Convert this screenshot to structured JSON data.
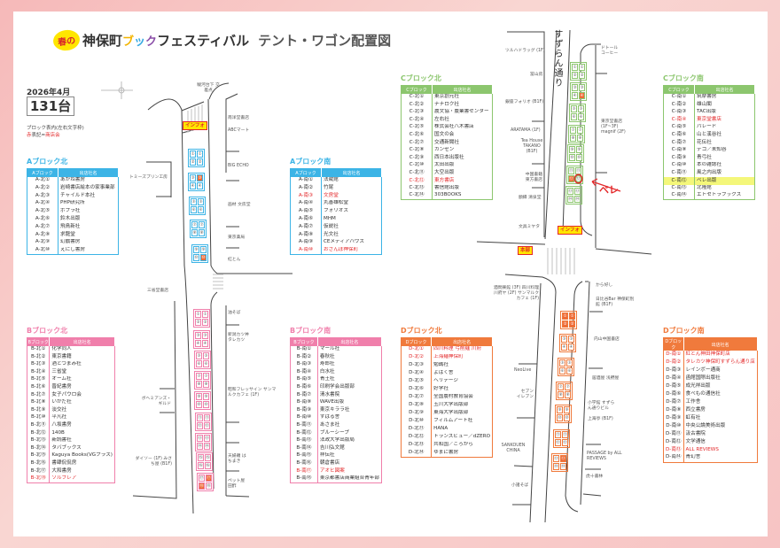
{
  "header": {
    "badge": "春の",
    "name": "神保町",
    "book": [
      "ブ",
      "ッ",
      "ク"
    ],
    "fest": "フェスティバル",
    "subtitle": "テント・ワゴン配置図"
  },
  "date": "2026年4月",
  "count": "131台",
  "note": {
    "line1": "ブロック表内(左右文字枠)",
    "red_char": "赤",
    "line2_mid": "表記=",
    "red_word": "商店会"
  },
  "colors": {
    "a": "#3cb4e6",
    "b": "#f07fab",
    "c": "#8cc66e",
    "d": "#f07a3c",
    "red": "#e3282a"
  },
  "blocks": {
    "a_north": {
      "title": "Aブロック北",
      "col1": "Aブロック",
      "col2": "出店社名",
      "rows": [
        {
          "id": "A-北①",
          "name": "あかね書房"
        },
        {
          "id": "A-北②",
          "name": "岩崎書店絵本の家事業部"
        },
        {
          "id": "A-北③",
          "name": "チャイルド本社"
        },
        {
          "id": "A-北④",
          "name": "PHP研究所"
        },
        {
          "id": "A-北⑤",
          "name": "ポプラ社"
        },
        {
          "id": "A-北⑥",
          "name": "鈴木出版"
        },
        {
          "id": "A-北⑦",
          "name": "飛鳥新社"
        },
        {
          "id": "A-北⑧",
          "name": "求龍堂"
        },
        {
          "id": "A-北⑨",
          "name": "幻戯書房"
        },
        {
          "id": "A-北⑩",
          "name": "えにし書房"
        }
      ]
    },
    "a_south": {
      "title": "Aブロック南",
      "col1": "Aブロック",
      "col2": "出店社名",
      "rows": [
        {
          "id": "A-南①",
          "name": "法蔵館"
        },
        {
          "id": "A-南②",
          "name": "竹尾"
        },
        {
          "id": "A-南③",
          "name": "文房堂",
          "red": true
        },
        {
          "id": "A-南④",
          "name": "丸善雄松堂"
        },
        {
          "id": "A-南⑤",
          "name": "フォリオス"
        },
        {
          "id": "A-南⑥",
          "name": "MHM"
        },
        {
          "id": "A-南⑦",
          "name": "仮説社"
        },
        {
          "id": "A-南⑧",
          "name": "光文社"
        },
        {
          "id": "A-南⑨",
          "name": "CEメディアハウス"
        },
        {
          "id": "A-南⑩",
          "name": "おさんぽ神保町",
          "red": true
        }
      ]
    },
    "b_north": {
      "title": "Bブロック北",
      "col1": "Bブロック",
      "col2": "出店社名",
      "rows": [
        {
          "id": "B-北①",
          "name": "化学同人"
        },
        {
          "id": "B-北②",
          "name": "東京書籍"
        },
        {
          "id": "B-北③",
          "name": "酒とつまみ社"
        },
        {
          "id": "B-北④",
          "name": "三省堂"
        },
        {
          "id": "B-北⑤",
          "name": "オーム社"
        },
        {
          "id": "B-北⑥",
          "name": "晋紀書房"
        },
        {
          "id": "B-北⑦",
          "name": "女子パウロ会"
        },
        {
          "id": "B-北⑧",
          "name": "いかだ社"
        },
        {
          "id": "B-北⑨",
          "name": "淡交社"
        },
        {
          "id": "B-北⑩",
          "name": "平凡社"
        },
        {
          "id": "B-北⑪",
          "name": "八坂書房"
        },
        {
          "id": "B-北⑫",
          "name": "140B"
        },
        {
          "id": "B-北⑬",
          "name": "新読書社"
        },
        {
          "id": "B-北⑭",
          "name": "タバブックス"
        },
        {
          "id": "B-北⑮",
          "name": "Kaguya Books(VGプラス)"
        },
        {
          "id": "B-北⑯",
          "name": "書肆侃侃房"
        },
        {
          "id": "B-北⑰",
          "name": "大和書房"
        },
        {
          "id": "B-北⑱",
          "name": "ソルフレア",
          "red": true
        }
      ]
    },
    "b_south": {
      "title": "Bブロック南",
      "col1": "Bブロック",
      "col2": "出店社名",
      "rows": [
        {
          "id": "B-南①",
          "name": "マール社"
        },
        {
          "id": "B-南②",
          "name": "春秋社"
        },
        {
          "id": "B-南③",
          "name": "寿郎社"
        },
        {
          "id": "B-南④",
          "name": "白水社"
        },
        {
          "id": "B-南⑤",
          "name": "青土社"
        },
        {
          "id": "B-南⑥",
          "name": "印刷学会出版部"
        },
        {
          "id": "B-南⑦",
          "name": "清水書院"
        },
        {
          "id": "B-南⑧",
          "name": "WAVE出版"
        },
        {
          "id": "B-南⑨",
          "name": "東京キララ社"
        },
        {
          "id": "B-南⑩",
          "name": "すばる舎"
        },
        {
          "id": "B-南⑪",
          "name": "あさま社"
        },
        {
          "id": "B-南⑫",
          "name": "ブルーシープ"
        },
        {
          "id": "B-南⑬",
          "name": "法政大学出版局"
        },
        {
          "id": "B-南⑭",
          "name": "吉川弘文館"
        },
        {
          "id": "B-南⑮",
          "name": "祥伝社"
        },
        {
          "id": "B-南⑯",
          "name": "朝倉書店"
        },
        {
          "id": "B-南⑰",
          "name": "アオヒ図案",
          "red": true
        },
        {
          "id": "B-南⑱",
          "name": "東京都書店商業組合青年部"
        }
      ]
    },
    "c_north": {
      "title": "Cブロック北",
      "col1": "Cブロック",
      "col2": "出店社名",
      "rows": [
        {
          "id": "C-北①",
          "name": "東京創元社"
        },
        {
          "id": "C-北②",
          "name": "ナナロク社"
        },
        {
          "id": "C-北③",
          "name": "農文協・農業書センター"
        },
        {
          "id": "C-北④",
          "name": "左右社"
        },
        {
          "id": "C-北⑤",
          "name": "株式会社八木書店"
        },
        {
          "id": "C-北⑥",
          "name": "国文の会"
        },
        {
          "id": "C-北⑦",
          "name": "交通新聞社"
        },
        {
          "id": "C-北⑧",
          "name": "カンゼン"
        },
        {
          "id": "C-北⑨",
          "name": "西日本出版社"
        },
        {
          "id": "C-北⑩",
          "name": "太田出版"
        },
        {
          "id": "C-北⑪",
          "name": "大空出版"
        },
        {
          "id": "C-北⑫",
          "name": "東方書店",
          "red": true
        },
        {
          "id": "C-北⑬",
          "name": "書信館出版"
        },
        {
          "id": "C-北⑭",
          "name": "303BOOKS"
        }
      ]
    },
    "c_south": {
      "title": "Cブロック南",
      "col1": "Cブロック",
      "col2": "出店社名",
      "rows": [
        {
          "id": "C-南①",
          "name": "筑摩書房"
        },
        {
          "id": "C-南②",
          "name": "雄山閣"
        },
        {
          "id": "C-南③",
          "name": "TAC出版"
        },
        {
          "id": "C-南④",
          "name": "東京堂書店",
          "red": true
        },
        {
          "id": "C-南⑤",
          "name": "パレード"
        },
        {
          "id": "C-南⑥",
          "name": "山と溪谷社"
        },
        {
          "id": "C-南⑦",
          "name": "花伝社"
        },
        {
          "id": "C-南⑧",
          "name": "デコ／未知谷"
        },
        {
          "id": "C-南⑨",
          "name": "青弓社"
        },
        {
          "id": "C-南⑩",
          "name": "本の雑誌社"
        },
        {
          "id": "C-南⑪",
          "name": "風之内出版"
        },
        {
          "id": "C-南⑫",
          "name": "ベレ出版",
          "highlight": true
        },
        {
          "id": "C-南⑬",
          "name": "北隆館"
        },
        {
          "id": "C-南⑭",
          "name": "エトセトラブックス"
        }
      ]
    },
    "d_north": {
      "title": "Dブロック北",
      "col1": "Dブロック",
      "col2": "出店社名",
      "rows": [
        {
          "id": "D-北①",
          "name": "四川料理 弓削麺 川府",
          "red": true
        },
        {
          "id": "D-北②",
          "name": "上海麺神保町",
          "red": true
        },
        {
          "id": "D-北③",
          "name": "勉誠社"
        },
        {
          "id": "D-北④",
          "name": "よはく舎"
        },
        {
          "id": "D-北⑤",
          "name": "ヘリテージ"
        },
        {
          "id": "D-北⑥",
          "name": "好学社"
        },
        {
          "id": "D-北⑦",
          "name": "全国農村教育協会"
        },
        {
          "id": "D-北⑧",
          "name": "玉川大学出版部"
        },
        {
          "id": "D-北⑨",
          "name": "東海大学出版部"
        },
        {
          "id": "D-北⑩",
          "name": "フィルムアート社"
        },
        {
          "id": "D-北⑪",
          "name": "HANA"
        },
        {
          "id": "D-北⑫",
          "name": "トランスビュー／dZERO"
        },
        {
          "id": "D-北⑬",
          "name": "共和国／ころから"
        },
        {
          "id": "D-北⑭",
          "name": "ゆまに書房"
        }
      ]
    },
    "d_south": {
      "title": "Dブロック南",
      "col1": "Dブロック",
      "col2": "出店社名",
      "rows": [
        {
          "id": "D-南①",
          "name": "紅とん神田神保町店",
          "red": true
        },
        {
          "id": "D-南②",
          "name": "タレカツ神保町すずらん通り店",
          "red": true
        },
        {
          "id": "D-南③",
          "name": "レインボー通商"
        },
        {
          "id": "D-南④",
          "name": "函館国際出版社"
        },
        {
          "id": "D-南⑤",
          "name": "成光祥出版"
        },
        {
          "id": "D-南⑥",
          "name": "食べもの通信社"
        },
        {
          "id": "D-南⑦",
          "name": "工作舎"
        },
        {
          "id": "D-南⑧",
          "name": "西立書房"
        },
        {
          "id": "D-南⑨",
          "name": "虹有社"
        },
        {
          "id": "D-南⑩",
          "name": "中央公論美術出版"
        },
        {
          "id": "D-南⑪",
          "name": "汲古書院"
        },
        {
          "id": "D-南⑫",
          "name": "文学通信"
        },
        {
          "id": "D-南⑬",
          "name": "ALL REVIEWS",
          "red": true
        },
        {
          "id": "D-南⑭",
          "name": "青幻舎"
        }
      ]
    }
  },
  "map": {
    "street_name": "すずらん通り",
    "info": "インフォ",
    "hq": "本部",
    "annotation": "ベレ",
    "labels": {
      "surugadai": "駿河台下 交差点",
      "nanyodo": "南洋堂書店",
      "abc": "ABCマート",
      "bigecho": "BIG ECHO",
      "bunpodo": "画材 文房堂",
      "tokyoyakkyoku": "東京薬局",
      "beniton": "紅とん",
      "tommys": "トミーズプリン工房",
      "sanseido": "三省堂書店",
      "aburasoba": "油そば",
      "tarekatsu": "新潟カツ丼 タレカツ",
      "sanmarc1": "昭和フレッサイン サンマルクカフェ (1F)",
      "bohemians": "ボヘミアンズ・ギルド",
      "daiso": "ダイソー (1F) みさち屋 (B1F)",
      "hachimaki": "天婦羅 はちまき",
      "tasu": "ペット屋 田酢",
      "tsuruha": "ツルハドラッグ (1F)",
      "fuzambo": "冨山房",
      "folio": "銀座フォリオ (B1F)",
      "aratama": "ARATAMA (1F)",
      "takano": "Tea House TAKANO (B1F)",
      "toho": "中国書籍 東方書店",
      "seisendo": "額縁 清泉堂",
      "miyata": "文具ミヤタ",
      "doutor": "ドトール コーヒー",
      "tokyodo": "東京堂書店 (1F~3F) magnif (2F)",
      "sanmarc2": "酒問楽館 (3F) 四川料理 川府ヤ (2F) サンマルクカフェ (1F)",
      "karayoshi": "から好し",
      "hibiya": "日比谷Bar 神保町別館 (B1F)",
      "uchiyama": "内山中国書店",
      "neolive": "NeoLive",
      "asanoya": "居酒屋 浅野屋",
      "seven": "セブン イレブン",
      "shogakukan": "小学館 すずらん通りビル",
      "shanhaitei": "上海亭 (B1F)",
      "sankouen": "SANKOUEN CHINA",
      "passage": "PASSAGE by ALL REVIEWS",
      "torajyu": "虎十書林",
      "komoro": "小諸そば"
    },
    "booths": {
      "a": [
        [
          "①",
          "①",
          "②",
          "②"
        ],
        [
          "③",
          "③",
          "④",
          "④"
        ],
        [
          "⑤",
          "⑤",
          "⑥",
          "⑥"
        ],
        [
          "⑦",
          "⑦",
          "⑧",
          "⑧"
        ],
        [
          "⑨",
          "⑨",
          "⑩",
          "⑩"
        ]
      ],
      "b": [
        [
          "①",
          "①",
          "②",
          "②"
        ],
        [
          "③",
          "③",
          "④",
          "④"
        ],
        [
          "⑤",
          "⑤",
          "⑥",
          "⑥"
        ],
        [
          "⑦",
          "⑦",
          "⑧",
          "⑧"
        ],
        [
          "⑨",
          "⑨",
          "⑩",
          "⑩"
        ],
        [
          "⑪",
          "⑪",
          "⑫",
          "⑫"
        ],
        [
          "⑬",
          "⑬",
          "⑭",
          "⑭"
        ],
        [
          "⑮",
          "⑮",
          "⑯",
          "⑯"
        ],
        [
          "⑰",
          "⑰",
          "⑱",
          "⑱"
        ]
      ],
      "c": [
        [
          "①",
          "①",
          "②",
          "②"
        ],
        [
          "③",
          "③",
          "④",
          "④"
        ],
        [
          "⑤",
          "⑤",
          "⑥",
          "⑥"
        ],
        [
          "⑦",
          "⑦",
          "⑧",
          "⑧"
        ],
        [
          "⑨",
          "⑨",
          "⑩",
          "⑩"
        ],
        [
          "⑪",
          "⑪",
          "⑫",
          "⑫"
        ],
        [
          "⑬",
          "⑬",
          "⑭",
          "⑭"
        ]
      ],
      "d": [
        [
          "①",
          "①",
          "②",
          "②"
        ],
        [
          "③",
          "③",
          "④",
          "④"
        ],
        [
          "⑤",
          "⑤",
          "⑥",
          "⑥"
        ],
        [
          "⑦",
          "⑦",
          "⑧",
          "⑧"
        ],
        [
          "⑨",
          "⑨",
          "⑩",
          "⑩"
        ],
        [
          "⑪",
          "⑪",
          "⑫",
          "⑫"
        ],
        [
          "⑬",
          "⑬",
          "⑭",
          "⑭"
        ]
      ],
      "highlighted": {
        "a": [
          "1-1",
          "4-3"
        ],
        "b": [
          "8-1",
          "8-2"
        ],
        "c": [
          "1-3",
          "5-2"
        ],
        "d": [
          "0-0",
          "0-1",
          "0-2",
          "0-3",
          "6-1"
        ]
      },
      "circled": {
        "c": [
          "5-3"
        ]
      }
    }
  }
}
